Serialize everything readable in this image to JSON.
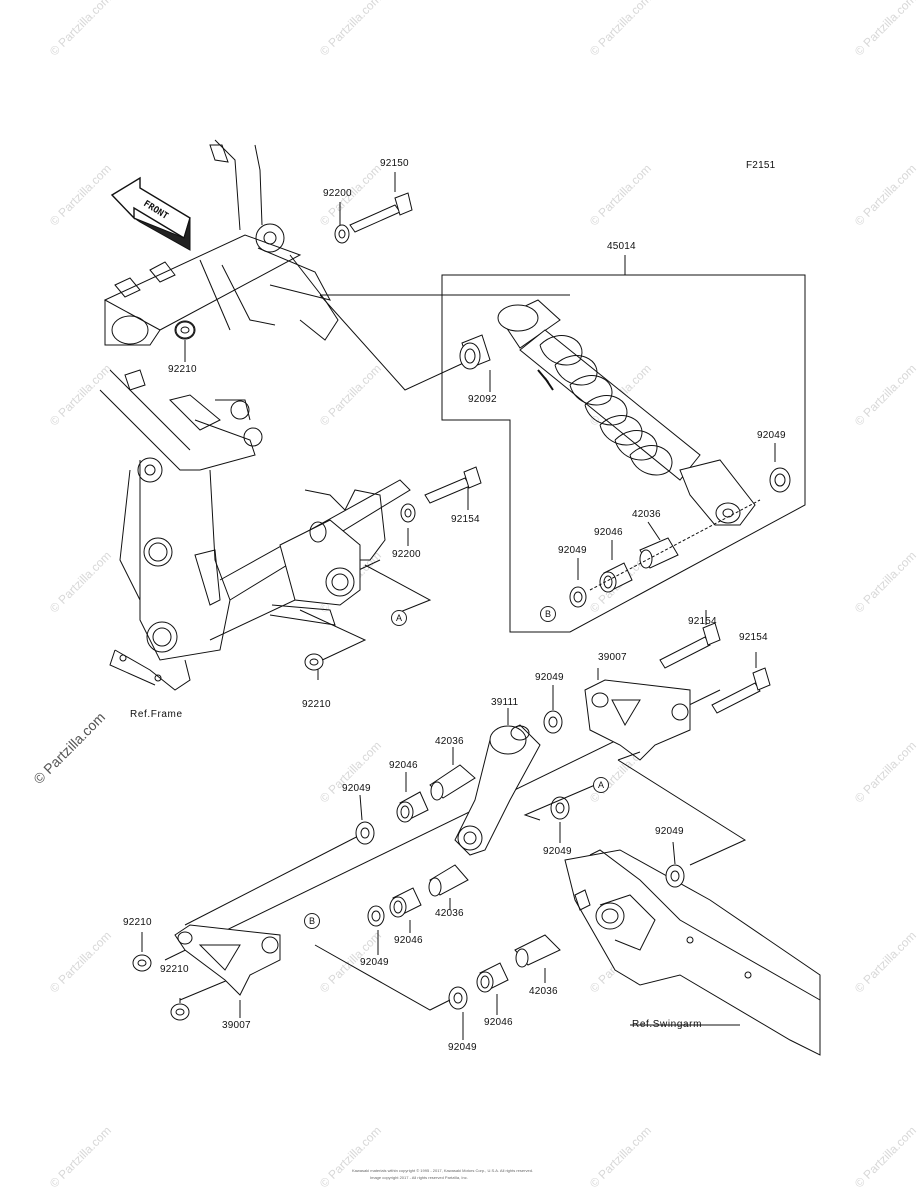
{
  "figure_code": "F2151",
  "front_label": "FRONT",
  "refs": {
    "frame": "Ref.Frame",
    "swingarm": "Ref.Swingarm"
  },
  "callouts": {
    "a1": "A",
    "a2": "A",
    "b1": "B",
    "b2": "B"
  },
  "parts": {
    "p92150": "92150",
    "p92200a": "92200",
    "p92210a": "92210",
    "p45014": "45014",
    "p92092": "92092",
    "p92049a": "92049",
    "p42036a": "42036",
    "p92046a": "92046",
    "p92049b": "92049",
    "p92154a": "92154",
    "p92200b": "92200",
    "p92210b": "92210",
    "p92154b": "92154",
    "p92154c": "92154",
    "p39007a": "39007",
    "p92049c": "92049",
    "p39111": "39111",
    "p42036b": "42036",
    "p92046b": "92046",
    "p92049d": "92049",
    "p92049e": "92049",
    "p92049f": "92049",
    "p42036c": "42036",
    "p92046c": "92046",
    "p92049g": "92049",
    "p92210c": "92210",
    "p92210d": "92210",
    "p39007b": "39007",
    "p42036d": "42036",
    "p92046d": "92046",
    "p92049h": "92049"
  },
  "watermark": "© Partzilla.com",
  "footer": {
    "line1": "Kawasaki materials within copyright © 1995 - 2017, Kawasaki Motors Corp., U.S.A. All rights reserved.",
    "line2": "Image copyright 2017 - All rights reserved Partzilla, Inc."
  }
}
